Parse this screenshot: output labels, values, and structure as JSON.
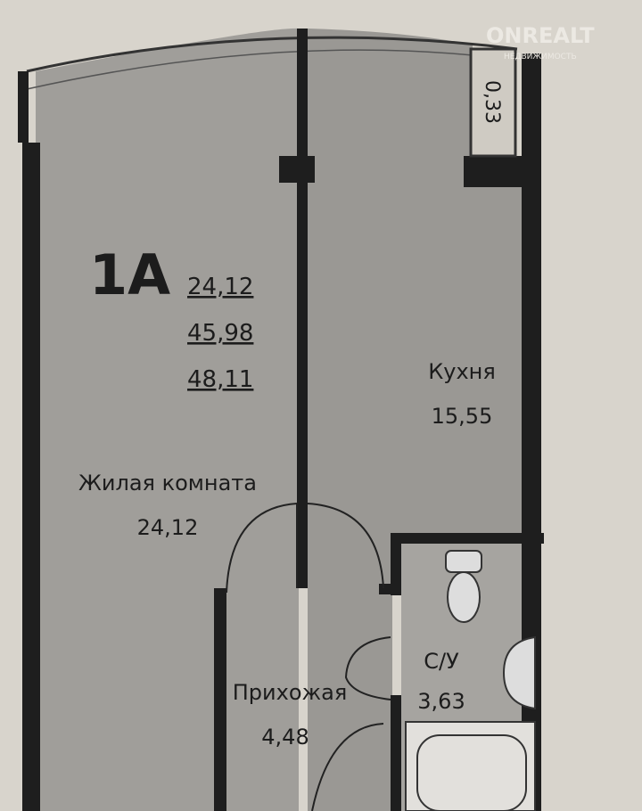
{
  "watermark": {
    "brand": "ONREALT",
    "subtitle": "НЕДВИЖИМОСТЬ"
  },
  "apartment": {
    "code": "1А",
    "living_area": "24,12",
    "total_area": "45,98",
    "total_with_balcony": "48,11"
  },
  "rooms": {
    "living": {
      "name": "Жилая комната",
      "area": "24,12"
    },
    "kitchen": {
      "name": "Кухня",
      "area": "15,55"
    },
    "hallway": {
      "name": "Прихожая",
      "area": "4,48"
    },
    "bathroom": {
      "name": "С/У",
      "area": "3,63"
    },
    "balcony": {
      "area": "0,33"
    }
  },
  "colors": {
    "paper": "#d8d4cc",
    "floor": "#9c9a96",
    "wall": "#1e1e1e"
  }
}
